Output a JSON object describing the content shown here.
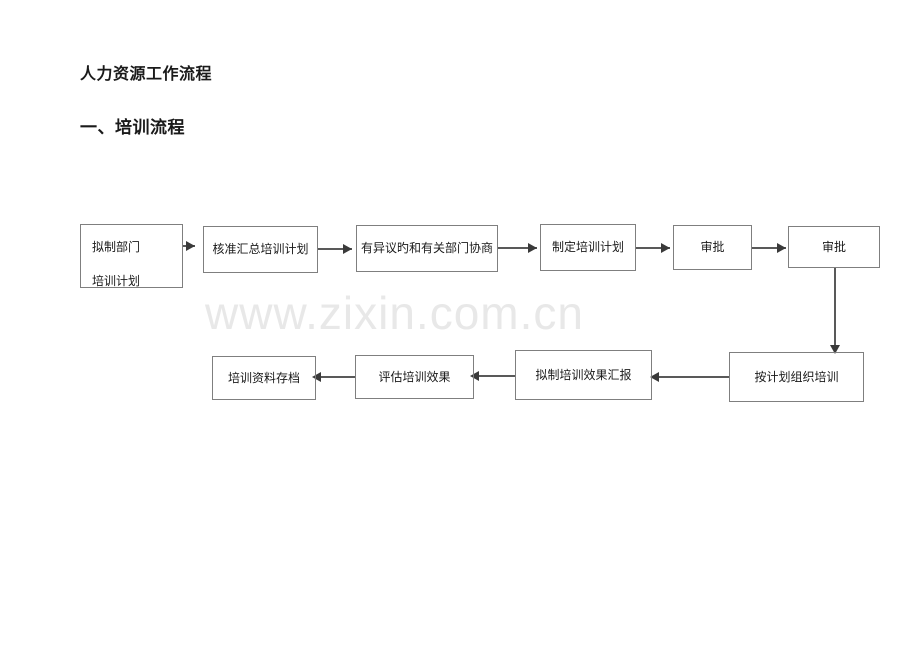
{
  "document": {
    "title": "人力资源工作流程",
    "subtitle": "一、培训流程",
    "watermark": "www.zixin.com.cn",
    "colors": {
      "text": "#1a1a1a",
      "box_border": "#7f7f7f",
      "connector": "#595959",
      "arrowhead": "#3a3a3a",
      "watermark": "#e8e8e8",
      "page_background": "#ffffff"
    }
  },
  "flowchart": {
    "nodes": [
      {
        "id": "n1",
        "label": "拟制部门",
        "label_line2": "培训计划"
      },
      {
        "id": "n2",
        "label": "核准汇总培训计划"
      },
      {
        "id": "n3",
        "label": "有异议旳和有关部门协商"
      },
      {
        "id": "n4",
        "label": "制定培训计划"
      },
      {
        "id": "n5",
        "label": "审批"
      },
      {
        "id": "n6",
        "label": "审批"
      },
      {
        "id": "n7",
        "label": "按计划组织培训"
      },
      {
        "id": "n8",
        "label": "拟制培训效果汇报"
      },
      {
        "id": "n9",
        "label": "评估培训效果"
      },
      {
        "id": "n10",
        "label": "培训资料存档"
      }
    ]
  }
}
